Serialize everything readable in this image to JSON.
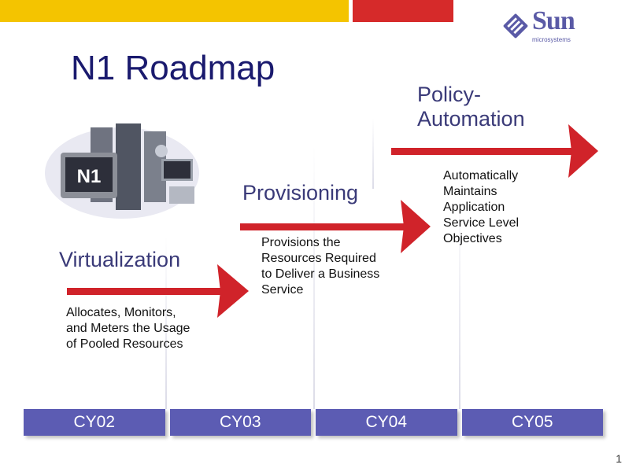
{
  "title": "N1 Roadmap",
  "logo": {
    "word": "Sun",
    "sub": "microsystems"
  },
  "n1_badge": "N1",
  "stages": [
    {
      "label": "Virtualization",
      "description": [
        "Allocates, Monitors,",
        "and Meters the Usage",
        "of Pooled Resources"
      ]
    },
    {
      "label": "Provisioning",
      "description": [
        "Provisions the",
        "Resources Required",
        "to Deliver a Business",
        "Service"
      ]
    },
    {
      "label_lines": [
        "Policy-",
        "Automation"
      ],
      "description": [
        "Automatically",
        "Maintains",
        "Application",
        "Service Level",
        "Objectives"
      ]
    }
  ],
  "timeline": [
    "CY02",
    "CY03",
    "CY04",
    "CY05"
  ],
  "page_number": "1",
  "colors": {
    "yellow": "#f4c400",
    "red": "#d62a2a",
    "timeline": "#5c5cb3",
    "arrow": "#d0232a",
    "title": "#1a1a6e"
  }
}
